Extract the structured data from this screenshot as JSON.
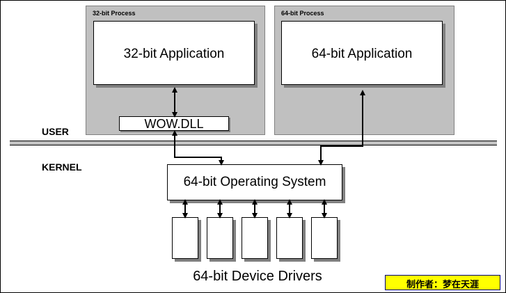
{
  "processes": {
    "p32": {
      "title": "32-bit Process",
      "app_label": "32-bit Application",
      "thunk_label": "WOW.DLL"
    },
    "p64": {
      "title": "64-bit Process",
      "app_label": "64-bit Application"
    }
  },
  "modes": {
    "user": "USER",
    "kernel": "KERNEL"
  },
  "os_label": "64-bit Operating System",
  "drivers": {
    "count": 5,
    "caption": "64-bit Device Drivers"
  },
  "credit": "制作者：梦在天涯",
  "colors": {
    "process_bg": "#c0c0c0",
    "shadow": "#808080",
    "credit_bg": "#ffff00"
  }
}
